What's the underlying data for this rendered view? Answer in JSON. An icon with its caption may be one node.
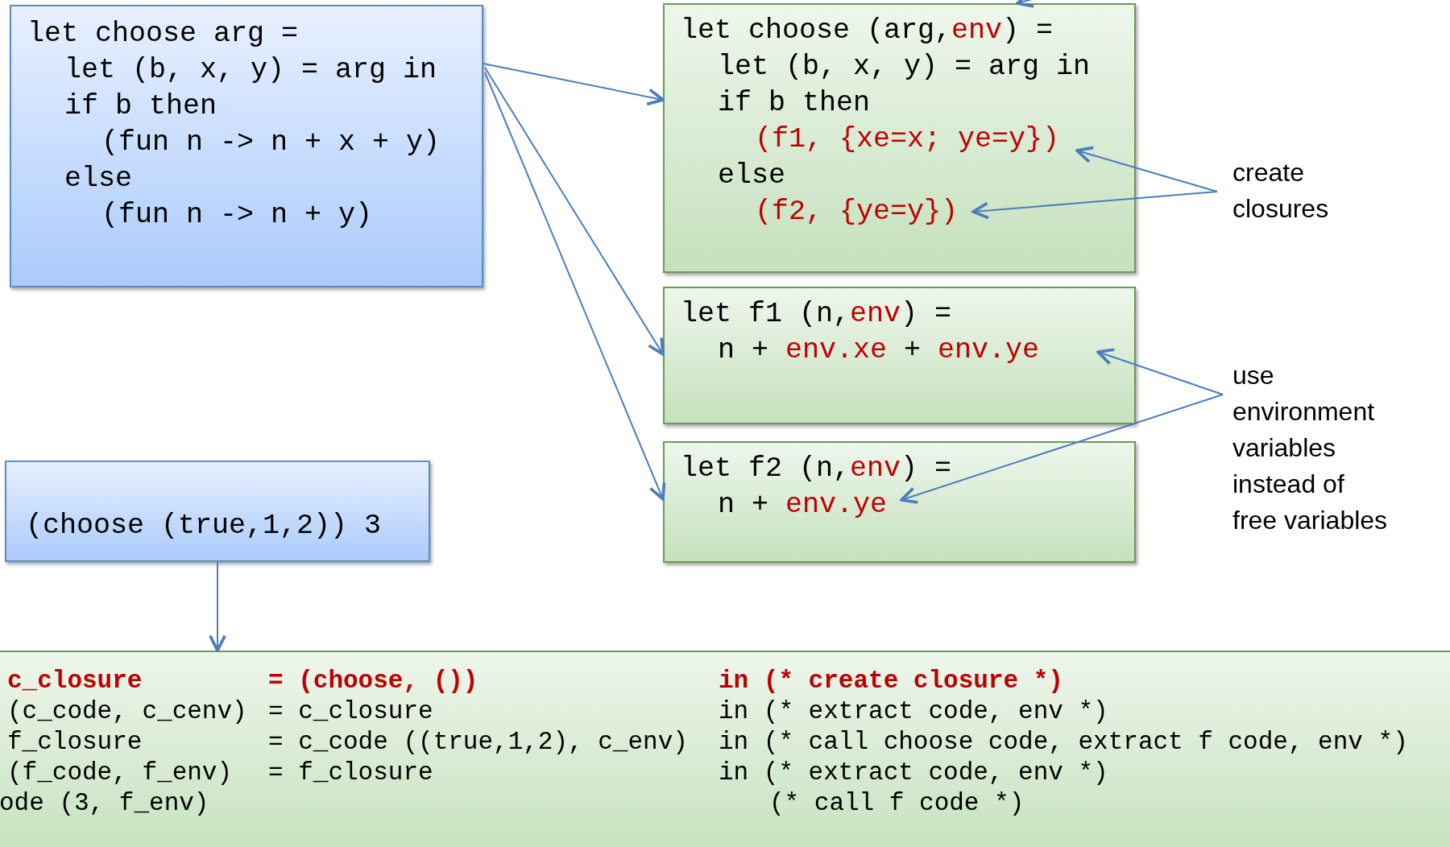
{
  "diagram": {
    "nodes": [
      {
        "text": [
          "let choose arg =",
          "let (b, x, y) = arg in",
          "if b then",
          "(fun n -> n + x + y)",
          "else",
          "(fun n -> n + y)"
        ]
      },
      {
        "text": [
          "let choose (arg,**env**) =",
          "let (b, x, y) = arg in",
          "if b then",
          "(f1, {xe=x; ye=y})",
          "else",
          "(f2, {ye=y})"
        ]
      },
      {
        "text": [
          "let f1 (n,**env**) =",
          "n + **env.xe** + **env.ye**"
        ]
      },
      {
        "text": [
          "let f2 (n,**env**) =",
          "n + **env.ye**"
        ]
      },
      {
        "text": [
          "create closures"
        ]
      },
      {
        "text": [
          "use environment variables instead of free variables"
        ]
      },
      {
        "text": [
          "(choose (true,1,2)) 3"
        ]
      },
      {
        "text": [
          "c_closure",
          "= (choose, ())",
          "in (* create closure *)",
          "(c_code, c_cenv)",
          "= c_closure",
          "in (* extract code, env *)",
          "f_closure",
          "= c_code ((true,1,2), c_env)",
          "in (* call choose code, extract f code, env *)",
          "(f_code, f_env)",
          "= f_closure",
          "in (* extract code, env *)",
          "ode (3, f_env)",
          "(* call f code *)"
        ]
      }
    ],
    "edges": [
      {
        "from": 0,
        "to": 1,
        "arrow": "to"
      },
      {
        "from": 0,
        "to": 2,
        "arrow": "to"
      },
      {
        "from": 0,
        "to": 3,
        "arrow": "to"
      },
      {
        "from": 4,
        "to": 1,
        "arrow": "to"
      },
      {
        "from": 4,
        "to": 1,
        "arrow": "to"
      },
      {
        "from": 5,
        "to": 2,
        "arrow": "to"
      },
      {
        "from": 5,
        "to": 3,
        "arrow": "to"
      },
      {
        "from": 6,
        "to": 7,
        "arrow": "to"
      },
      {
        "from": null,
        "to": 1,
        "arrow": "to"
      }
    ]
  }
}
